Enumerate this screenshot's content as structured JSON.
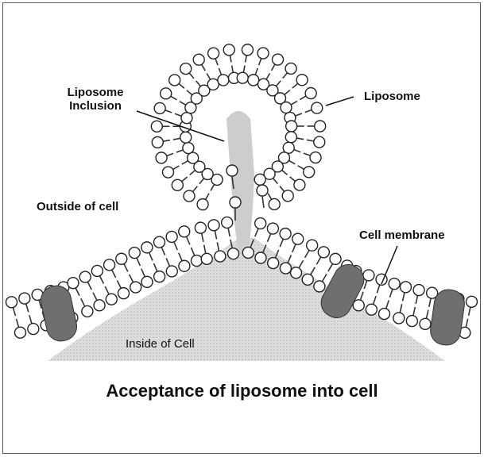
{
  "labels": {
    "liposome_inclusion_line1": "Liposome",
    "liposome_inclusion_line2": "Inclusion",
    "liposome": "Liposome",
    "outside_cell": "Outside of cell",
    "cell_membrane": "Cell membrane",
    "inside_cell": "Inside of Cell"
  },
  "caption": "Acceptance of liposome into cell",
  "colors": {
    "head_fill": "#ffffff",
    "head_stroke": "#222222",
    "tail_stroke": "#333333",
    "protein_fill": "#6f6f6f",
    "cytoplasm_fill": "#d9d9d9",
    "inclusion_fill": "#cfcfcf",
    "text": "#111111"
  }
}
